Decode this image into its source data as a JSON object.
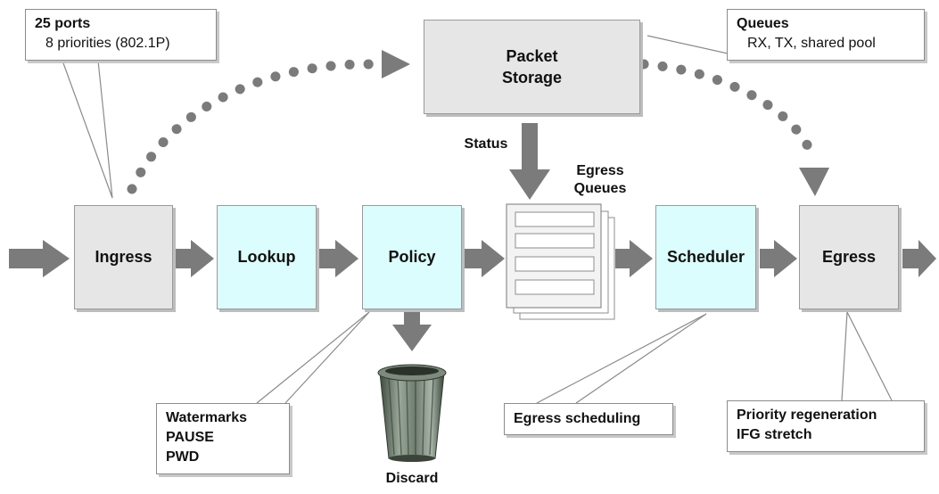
{
  "ingress_callout": {
    "title": "25 ports",
    "subtitle": "8 priorities (802.1P)"
  },
  "queues_callout": {
    "title": "Queues",
    "subtitle": "RX, TX, shared pool"
  },
  "packet_storage": {
    "line1": "Packet",
    "line2": "Storage"
  },
  "status_label": "Status",
  "egress_queues_label": {
    "line1": "Egress",
    "line2": "Queues"
  },
  "stages": {
    "ingress": "Ingress",
    "lookup": "Lookup",
    "policy": "Policy",
    "scheduler": "Scheduler",
    "egress": "Egress"
  },
  "policy_callout": {
    "lines": [
      "Watermarks",
      "PAUSE",
      "PWD"
    ]
  },
  "discard_label": "Discard",
  "scheduler_callout": "Egress scheduling",
  "egress_callout": {
    "lines": [
      "Priority regeneration",
      "IFG stretch"
    ]
  },
  "colors": {
    "gray_box": "#e6e6e6",
    "cyan_box": "#dcfdfd",
    "arrow": "#7b7b7b"
  }
}
